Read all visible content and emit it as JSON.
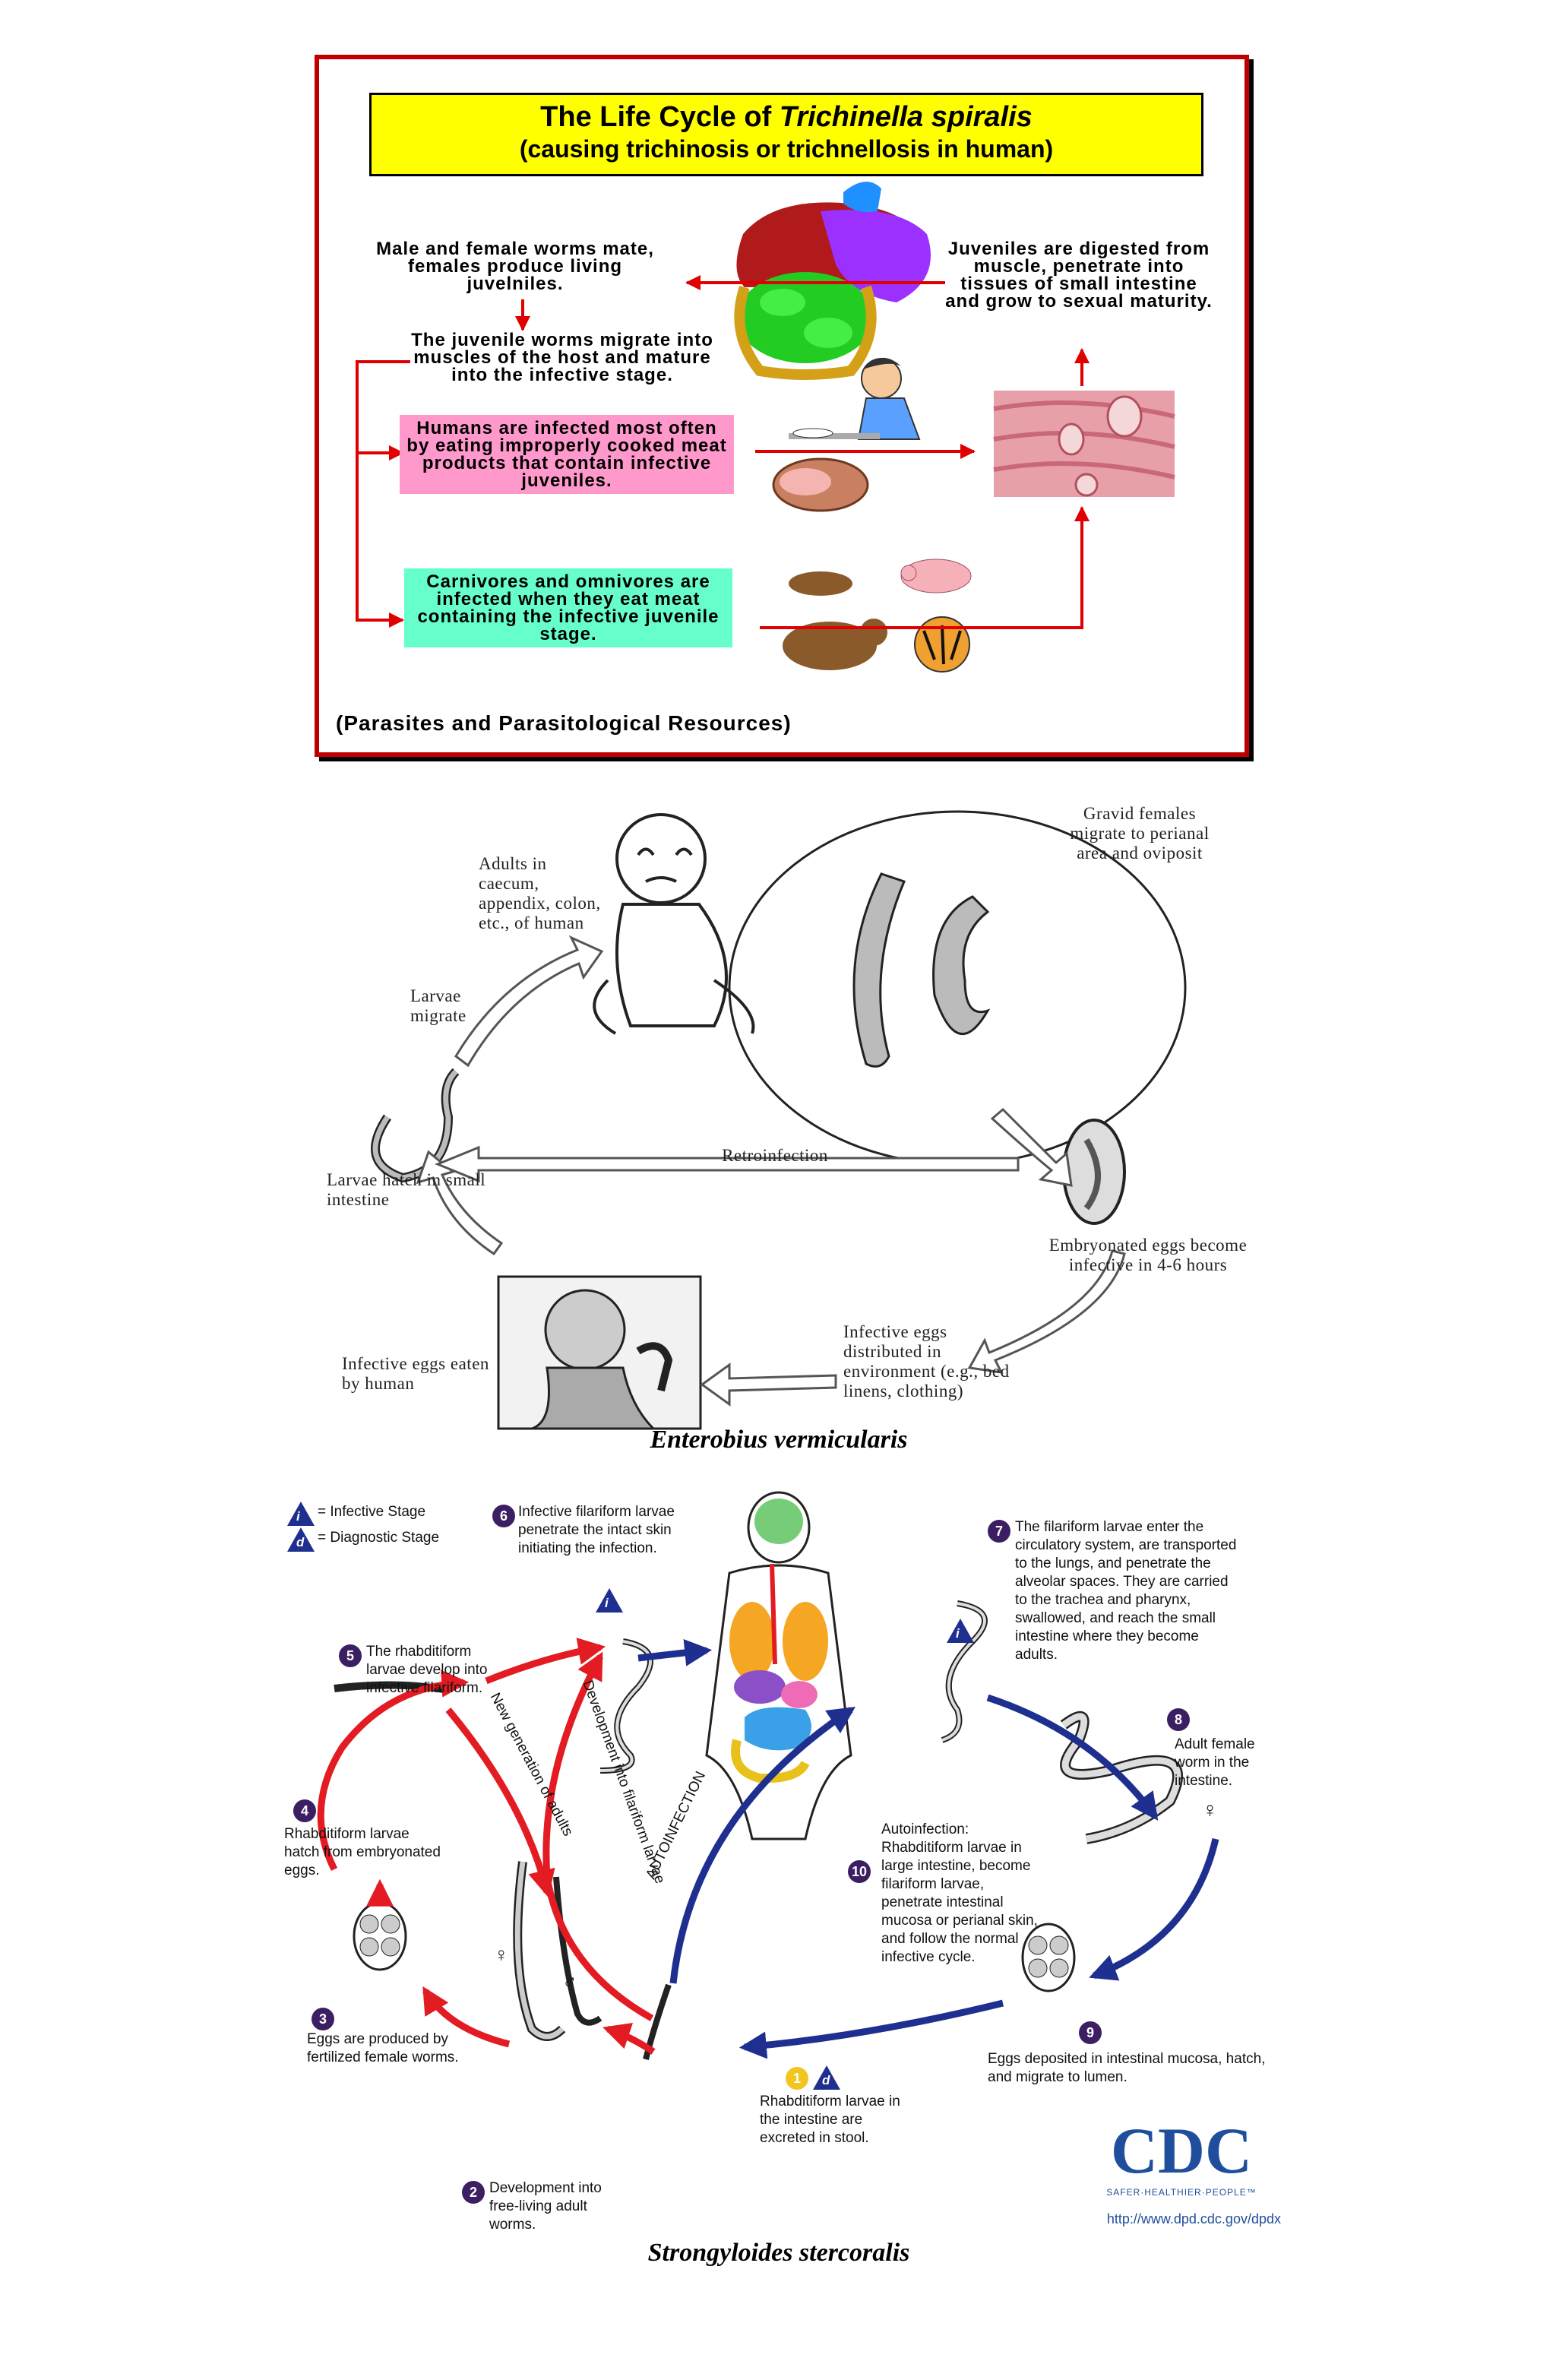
{
  "trichinella": {
    "title_prefix": "The Life Cycle of ",
    "title_species": "Trichinella spiralis",
    "subtitle": "(causing trichinosis or trichnellosis in human)",
    "mate_text": "Male and female worms mate, females produce living juvelniles.",
    "juveniles_digested_text": "Juveniles are digested from muscle, penetrate into tissues of small intestine and grow to sexual maturity.",
    "migrate_text": "The juvenile worms migrate into muscles of the host and mature into the infective stage.",
    "humans_text": "Humans are infected most often by eating improperly cooked meat products that contain infective juveniles.",
    "carnivores_text": "Carnivores and omnivores are infected when they eat meat containing the infective juvenile stage.",
    "source": "(Parasites and Parasitological Resources)",
    "colors": {
      "title_bg": "#ffff00",
      "humans_bg": "#ff99cc",
      "carnivores_bg": "#66ffcc",
      "arrow": "#e00000",
      "border": "#c00000"
    }
  },
  "enterobius": {
    "adults_text": "Adults in caecum, appendix, colon, etc., of human",
    "gravid_text": "Gravid females migrate to perianal area and oviposit",
    "larvae_migrate_text": "Larvae migrate",
    "retroinfection_text": "Retroinfection",
    "larvae_hatch_text": "Larvae hatch in small intestine",
    "embryonated_text": "Embryonated eggs become infective in 4-6 hours",
    "infective_eggs_env_text": "Infective eggs distributed in environment (e.g., bed linens, clothing)",
    "infective_eggs_eaten_text": "Infective eggs eaten by human",
    "caption": "Enterobius vermicularis"
  },
  "strongyloides": {
    "legend_infective": "= Infective Stage",
    "legend_diagnostic": "= Diagnostic Stage",
    "legend_i": "i",
    "legend_d": "d",
    "step1_num": "1",
    "step1_text": "Rhabditiform larvae in the intestine are excreted in stool.",
    "step2_num": "2",
    "step2_text": "Development into free-living adult worms.",
    "step3_num": "3",
    "step3_text": "Eggs are produced by fertilized female worms.",
    "step4_num": "4",
    "step4_text": "Rhabditiform larvae hatch from embryonated eggs.",
    "step5_num": "5",
    "step5_text": "The rhabditiform larvae develop into infective filariform.",
    "step6_num": "6",
    "step6_text": "Infective filariform larvae penetrate the intact skin initiating the infection.",
    "step7_num": "7",
    "step7_text": "The filariform larvae enter the circulatory system, are transported to the lungs, and penetrate the alveolar spaces. They are carried to the trachea and pharynx, swallowed, and reach the small intestine where they become adults.",
    "step8_num": "8",
    "step8_text": "Adult female worm in the intestine.",
    "step9_num": "9",
    "step9_text": "Eggs deposited in intestinal mucosa, hatch, and migrate to lumen.",
    "step10_num": "10",
    "step10_text": "Autoinfection: Rhabditiform larvae in large intestine, become filariform larvae, penetrate intestinal mucosa or perianal skin, and follow the normal infective cycle.",
    "label_new_generation": "New generation of adults",
    "label_development": "Development into filariform larvae",
    "label_autoinfection": "AUTOINFECTION",
    "female_symbol": "♀",
    "male_symbol": "♂",
    "cdc_logo": "CDC",
    "cdc_tagline": "SAFER·HEALTHIER·PEOPLE™",
    "cdc_url": "http://www.dpd.cdc.gov/dpdx",
    "caption": "Strongyloides stercoralis",
    "colors": {
      "red_arrow": "#e31b23",
      "blue_arrow": "#1f2f8f",
      "step_badge": "#3c1f62",
      "cdc_blue": "#1f4e9c"
    }
  }
}
